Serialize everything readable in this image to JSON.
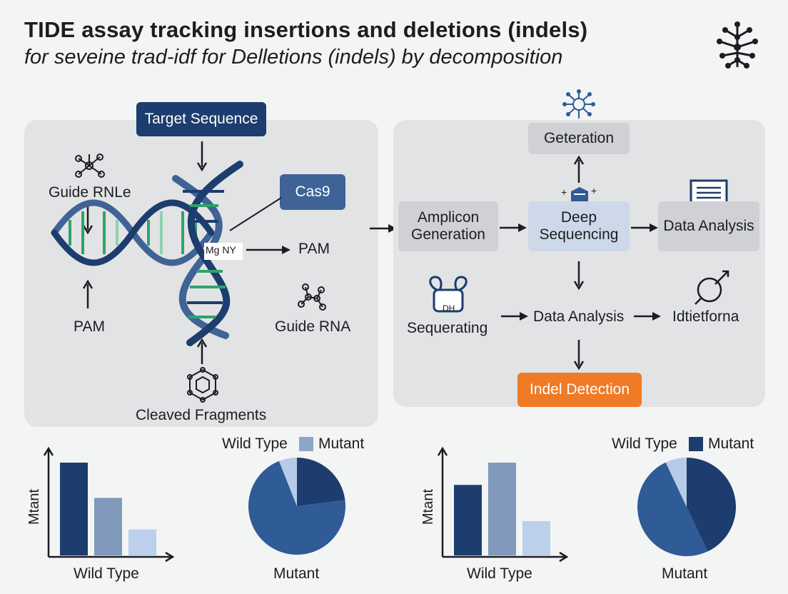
{
  "header": {
    "title": "TIDE assay tracking insertions and deletions (indels)",
    "subtitle": "for seveine trad-idf for Delletions (indels) by decomposition"
  },
  "left_panel": {
    "target_sequence": "Target Sequence",
    "cas9": "Cas9",
    "guide_rna_top": "Guide RNLe",
    "pam_left": "PAM",
    "dna_label": "Mg NY",
    "pam_right": "PAM",
    "guide_rna_right": "Guide RNA",
    "cleaved_fragments": "Cleaved Fragments"
  },
  "right_panel": {
    "generation": "Geteration",
    "amplicon": "Amplicon Generation",
    "deep_sequencing": "Deep Sequencing",
    "data_analysis_box": "Data Analysis",
    "sequencing_icon_text": "DH",
    "sequencing": "Sequerating",
    "data_analysis": "Data Analysis",
    "identification": "Idtietforna",
    "indel_detection": "Indel Detection"
  },
  "icons": {
    "brain_network": "brain-network-icon",
    "molecule": "molecule-icon",
    "document": "document-icon",
    "magnifier": "magnifier-icon"
  },
  "colors": {
    "navy": "#1c3d6d",
    "mid_blue": "#3f6396",
    "grey_blue": "#8199bb",
    "light_blue": "#bcd0ec",
    "orange": "#f07a26",
    "green": "#2fa36b",
    "panel": "#e2e3e4"
  },
  "chart_data": [
    {
      "type": "bar",
      "categories": [
        "",
        "",
        ""
      ],
      "values": [
        100,
        62,
        28
      ],
      "ylim": [
        0,
        100
      ],
      "xlabel": "Wild Type",
      "ylabel": "Mtant",
      "colors": [
        "#1c3d6d",
        "#8199bb",
        "#bcd0ec"
      ]
    },
    {
      "type": "pie",
      "legend": [
        {
          "label": "Wild Type",
          "color": ""
        },
        {
          "label": "Mutant",
          "color": "#8da6c8"
        }
      ],
      "xlabel": "Mutant",
      "slices": [
        {
          "value": 23,
          "color": "#1c3d6d"
        },
        {
          "value": 71,
          "color": "#2f5b96"
        },
        {
          "value": 6,
          "color": "#b6cbe8"
        }
      ]
    },
    {
      "type": "bar",
      "categories": [
        "",
        "",
        ""
      ],
      "values": [
        76,
        100,
        37
      ],
      "ylim": [
        0,
        100
      ],
      "xlabel": "Wild Type",
      "ylabel": "Mtant",
      "colors": [
        "#1c3d6d",
        "#8199bb",
        "#bcd0ec"
      ]
    },
    {
      "type": "pie",
      "legend": [
        {
          "label": "Wild Type",
          "color": ""
        },
        {
          "label": "Mutant",
          "color": "#1c3d6d"
        }
      ],
      "xlabel": "Mutant",
      "slices": [
        {
          "value": 43,
          "color": "#1c3d6d"
        },
        {
          "value": 50,
          "color": "#2f5b96"
        },
        {
          "value": 7,
          "color": "#b6cbe8"
        }
      ]
    }
  ]
}
